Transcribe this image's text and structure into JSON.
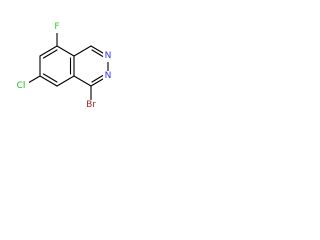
{
  "molecule": {
    "atoms": {
      "F": {
        "text": "F",
        "color": "#33cc33"
      },
      "N1": {
        "text": "N",
        "color": "#3333ff"
      },
      "N2": {
        "text": "N",
        "color": "#3333ff"
      },
      "Cl": {
        "text": "Cl",
        "color": "#1fb51f"
      },
      "Br": {
        "text": "Br",
        "color": "#a52a2a"
      }
    }
  }
}
